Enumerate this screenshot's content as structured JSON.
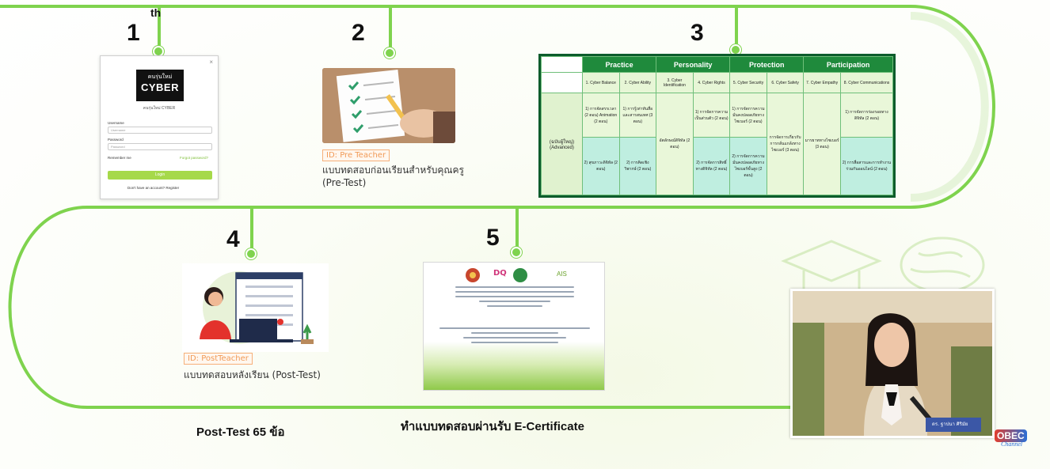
{
  "steps": [
    {
      "number": "1",
      "superscript": "th"
    },
    {
      "number": "2",
      "tag": "ID: Pre Teacher",
      "caption_line1": "แบบทดสอบก่อนเรียนสำหรับคุณครู",
      "caption_line2": "(Pre-Test)"
    },
    {
      "number": "3"
    },
    {
      "number": "4",
      "tag": "ID: PostTeacher",
      "caption": "แบบทดสอบหลังเรียน (Post-Test)"
    },
    {
      "number": "5"
    }
  ],
  "login_card": {
    "logo_top": "คนรุ่นใหม่",
    "logo_main": "CYBER",
    "subtitle": "คนรุ่นใหม่ CYBER",
    "username_label": "Username",
    "username_placeholder": "Username",
    "password_label": "Password",
    "password_placeholder": "Password",
    "remember": "Remember me",
    "forgot": "Forgot password?",
    "login_button": "Login",
    "signup": "Don't have an account? Register",
    "close": "×"
  },
  "matrix": {
    "headers": [
      "Practice",
      "Personality",
      "Protection",
      "Participation"
    ],
    "subheaders": [
      "1. Cyber Balance",
      "2. Cyber Ability",
      "3. Cyber Identification",
      "4. Cyber Rights",
      "5. Cyber Security",
      "6. Cyber Safety",
      "7. Cyber Empathy",
      "8. Cyber Communications"
    ],
    "level_label": "(ฉบับผู้ใหญ่)",
    "level_sub": "(Advanced)",
    "cells_row1": [
      "1) การจัดสรรเวลา (2 ตอน) Animation (2 ตอน)",
      "1) การรู้เท่าทันสื่อและสารสนเทศ (3 ตอน)",
      "อัตลักษณ์ดิจิทัล (2 ตอน)",
      "1) การจัดการความเป็นส่วนตัว (2 ตอน)",
      "1) การจัดการความมั่นคงปลอดภัยทางไซเบอร์ (2 ตอน)",
      "การจัดการเกี่ยวกับการกลั่นแกล้งทางไซเบอร์ (3 ตอน)",
      "มารยาททางไซเบอร์ (3 ตอน)",
      "1) การจัดการร่องรอยทางดิจิทัล (2 ตอน)"
    ],
    "cells_row2": [
      "2) สุขภาวะดิจิทัล (2 ตอน)",
      "2) การคิดเชิงวิพากษ์ (2 ตอน)",
      "2) การจัดการสิทธิ์ทางดิจิทัล (2 ตอน)",
      "2) การจัดการความมั่นคงปลอดภัยทางไซเบอร์ขั้นสูง (2 ตอน)",
      "2) การสื่อสารและการทำงานร่วมกันออนไลน์ (2 ตอน)"
    ]
  },
  "certificate": {
    "logo_ais": "AIS",
    "logo_dq": "DQ"
  },
  "bottom": {
    "left": "Post-Test 65 ข้อ",
    "center": "ทำแบบทดสอบผ่านรับ E-Certificate"
  },
  "webcam": {
    "nameplate": "ดร. ฐาปนา ศิริมัย"
  },
  "channel_logo": {
    "line1": "OBEC",
    "line2": "Channel"
  },
  "colors": {
    "accent": "#7fd34e",
    "matrix_border": "#0c5c2c",
    "matrix_header": "#1f8a3c",
    "tag": "#f19a57"
  }
}
